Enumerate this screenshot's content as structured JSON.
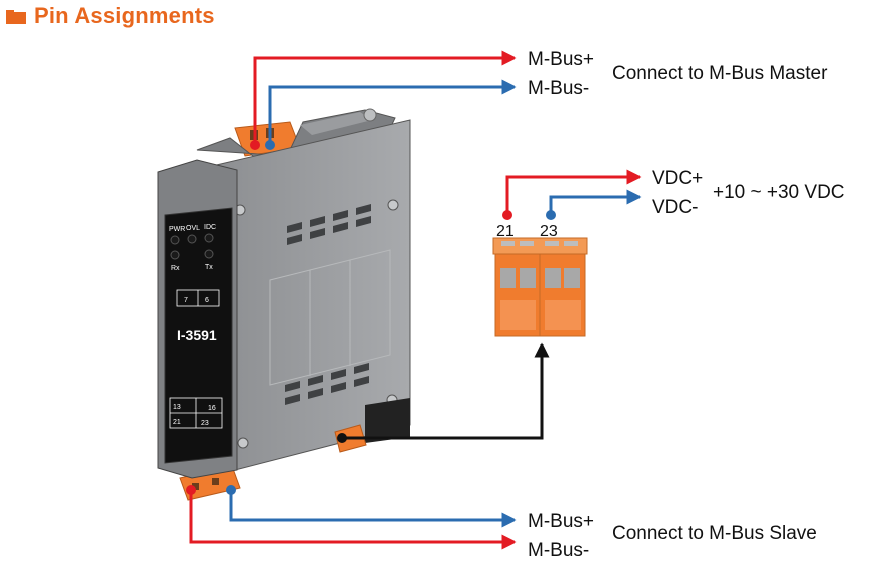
{
  "header": {
    "title": "Pin Assignments",
    "icon": "folder-icon",
    "accent_color": "#e8671e"
  },
  "master": {
    "plus": "M-Bus+",
    "minus": "M-Bus-",
    "caption": "Connect to M-Bus Master"
  },
  "slave": {
    "plus": "M-Bus+",
    "minus": "M-Bus-",
    "caption": "Connect to M-Bus Slave"
  },
  "power": {
    "plus": "VDC+",
    "minus": "VDC-",
    "range": "+10 ~ +30 VDC",
    "pin_plus": "21",
    "pin_minus": "23"
  },
  "device": {
    "model": "I-3591",
    "leds": {
      "pwr": "PWR",
      "ovl": "OVL",
      "idc": "IDC",
      "rx": "Rx",
      "tx": "Tx"
    },
    "terminals": {
      "t7": "7",
      "t6": "6",
      "t13": "13",
      "t16": "16",
      "t21": "21",
      "t23": "23"
    }
  },
  "colors": {
    "positive": "#e31b23",
    "negative": "#2b6cb0",
    "link": "#111111",
    "connector": "#f07c2e"
  }
}
